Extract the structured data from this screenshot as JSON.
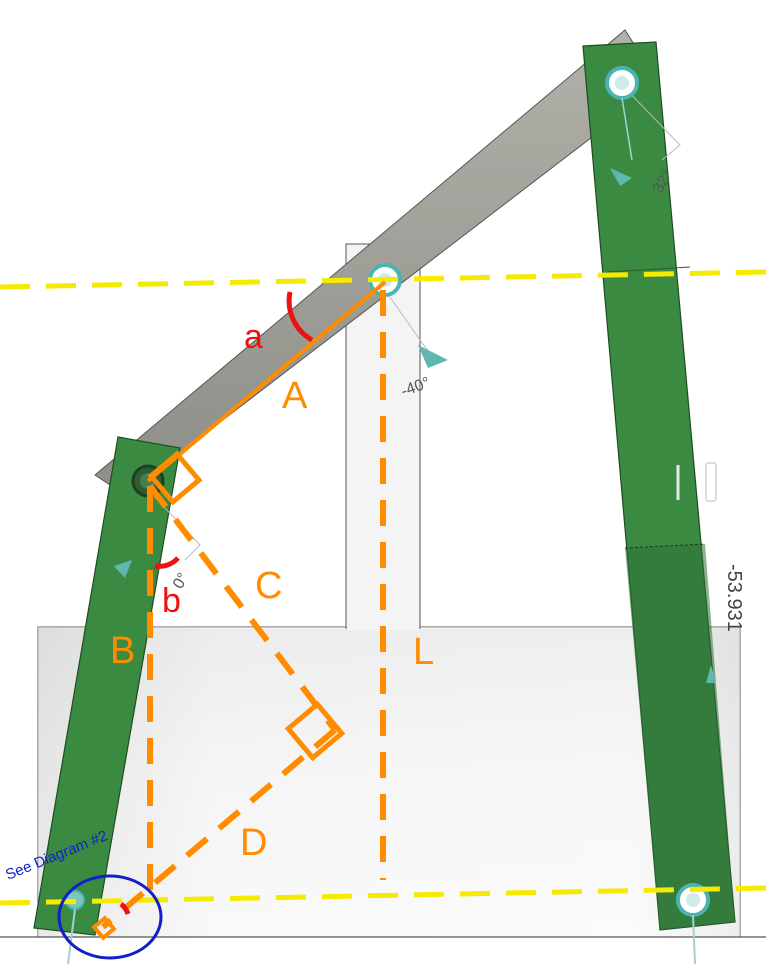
{
  "labels": {
    "a": "a",
    "b": "b",
    "A": "A",
    "B": "B",
    "C": "C",
    "D": "D",
    "L": "L"
  },
  "dimensions": {
    "angle_top": "32°",
    "angle_middle": "-40°",
    "angle_left": "0°",
    "length_right": "-53.931"
  },
  "note": "See Diagram #2",
  "colors": {
    "link_green": "#3b8a42",
    "link_green_dark": "#2f7136",
    "bar_gray": "#9b9b94",
    "guide_orange": "#ff8c00",
    "horizon_yellow": "#f6ea00",
    "angle_red": "#ee1111",
    "note_blue": "#1020c8",
    "pivot_teal": "#4bb3b3"
  }
}
